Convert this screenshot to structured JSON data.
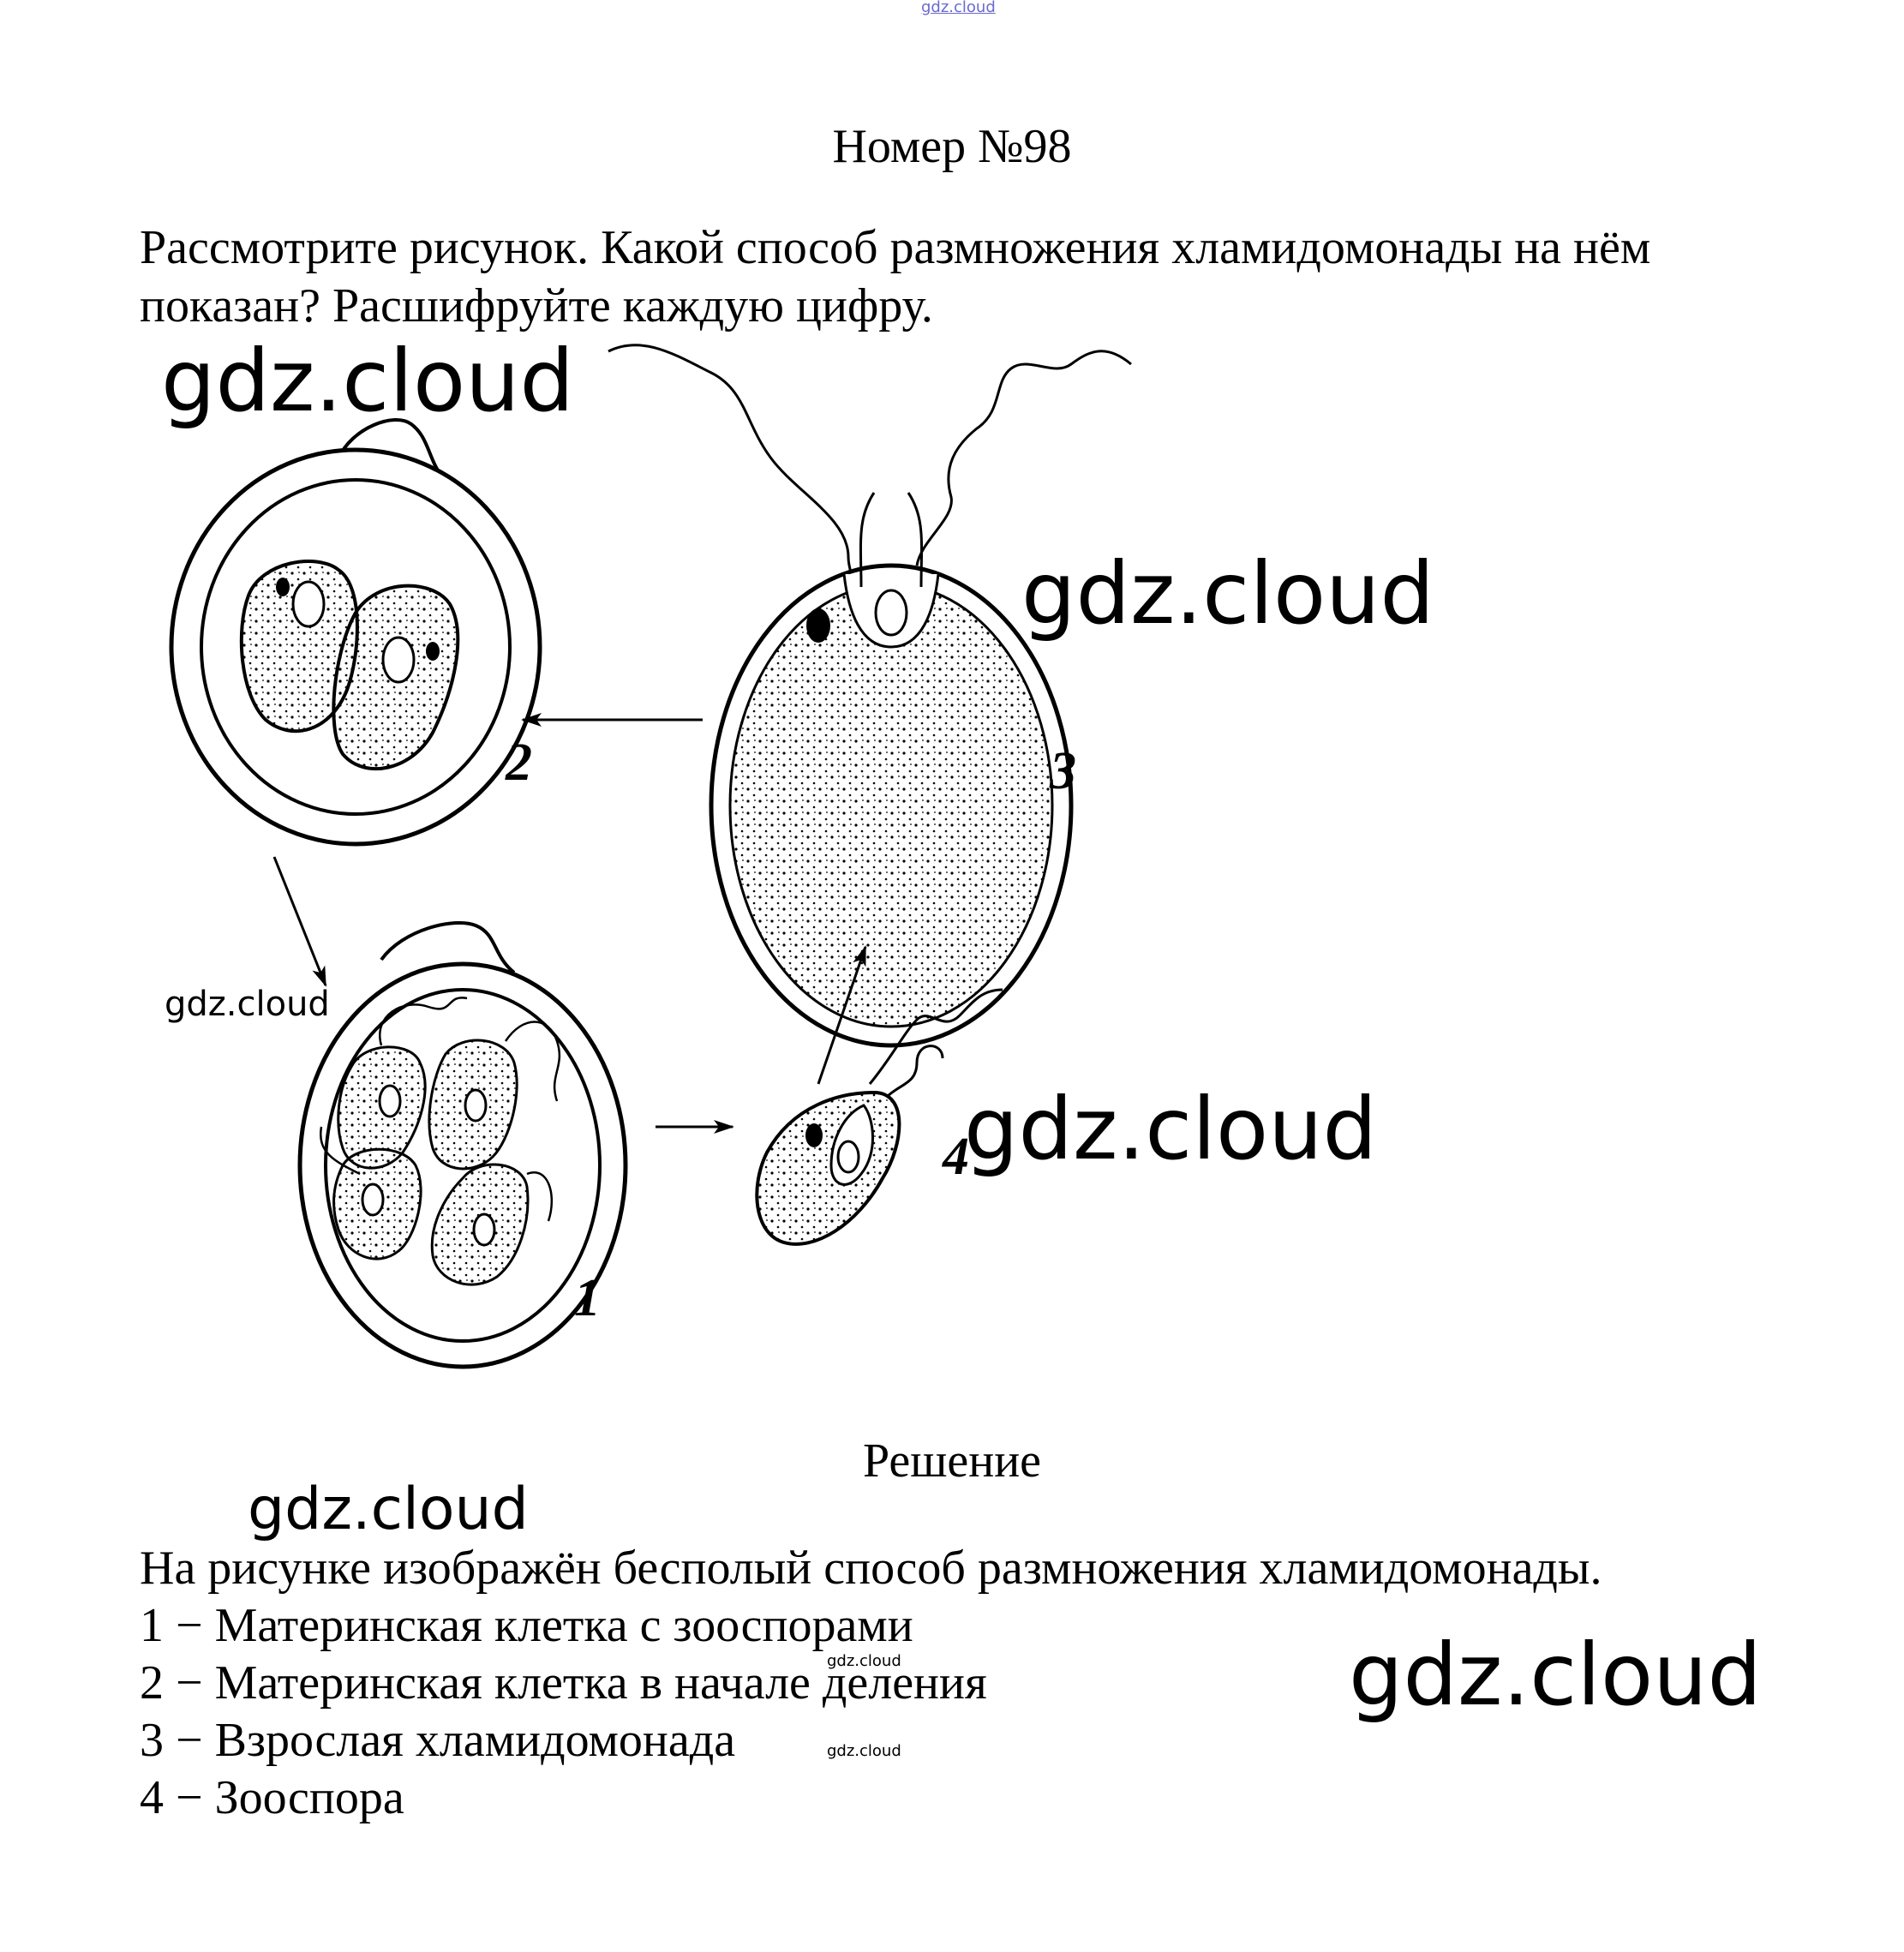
{
  "watermark": "gdz.cloud",
  "title": "Номер №98",
  "question": "Рассмотрите рисунок. Какой способ размножения хламидомонады на нём показан? Расшифруйте каждую цифру.",
  "figure": {
    "labels": [
      "1",
      "2",
      "3",
      "4"
    ]
  },
  "solution_title": "Решение",
  "answer": {
    "intro": "На рисунке изображён бесполый способ размножения хламидомонады.",
    "items": [
      "1 − Материнская клетка с зооспорами",
      "2 − Материнская клетка в начале деления",
      "3 − Взрослая хламидомонада",
      "4 − Зооспора"
    ]
  }
}
